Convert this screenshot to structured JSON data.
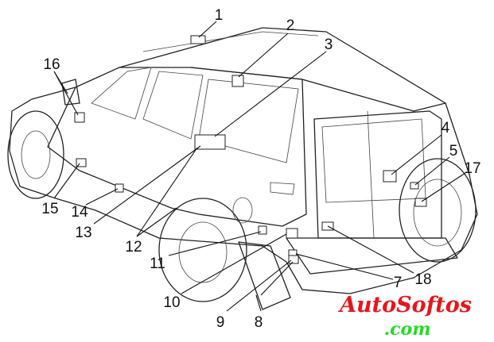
{
  "diagram": {
    "callouts": {
      "c1": "1",
      "c2": "2",
      "c3": "3",
      "c4": "4",
      "c5": "5",
      "c7": "7",
      "c8": "8",
      "c9": "9",
      "c10": "10",
      "c11": "11",
      "c12": "12",
      "c13": "13",
      "c14": "14",
      "c15": "15",
      "c16": "16",
      "c17": "17",
      "c18": "18"
    }
  },
  "watermark": {
    "line1": "AutoSoftos",
    "line2": ".com",
    "colors": {
      "line1": "#e8141b",
      "line2": "#22dd22"
    }
  }
}
